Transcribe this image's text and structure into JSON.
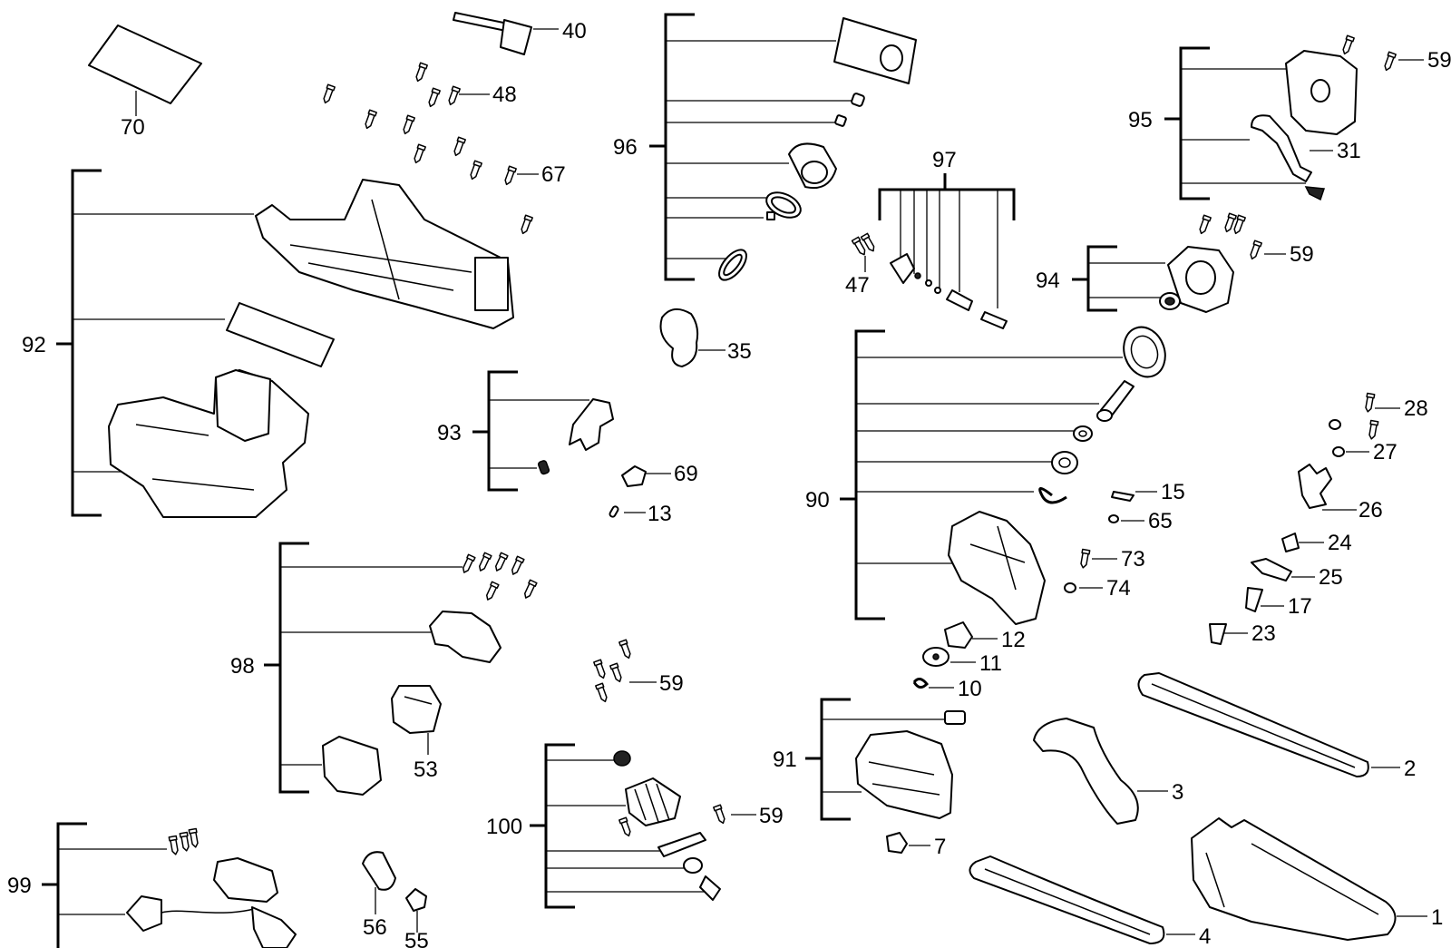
{
  "callouts": {
    "c1": "1",
    "c2": "2",
    "c3": "3",
    "c4": "4",
    "c7": "7",
    "c10": "10",
    "c11": "11",
    "c12": "12",
    "c13": "13",
    "c15": "15",
    "c17": "17",
    "c23": "23",
    "c24": "24",
    "c25": "25",
    "c26": "26",
    "c27": "27",
    "c28": "28",
    "c31": "31",
    "c35": "35",
    "c40": "40",
    "c47": "47",
    "c48": "48",
    "c53": "53",
    "c55": "55",
    "c56": "56",
    "c59a": "59",
    "c59b": "59",
    "c59c": "59",
    "c59d": "59",
    "c65": "65",
    "c67": "67",
    "c69": "69",
    "c70": "70",
    "c73": "73",
    "c74": "74",
    "c90": "90",
    "c91": "91",
    "c92": "92",
    "c93": "93",
    "c94": "94",
    "c95": "95",
    "c96": "96",
    "c97": "97",
    "c98": "98",
    "c99": "99",
    "c100": "100"
  },
  "icons": {
    "housing": "housing-icon",
    "screw": "screw-icon",
    "bar": "guide-bar-icon",
    "motor": "motor-icon"
  },
  "colors": {
    "line": "#000000",
    "background": "#ffffff"
  }
}
